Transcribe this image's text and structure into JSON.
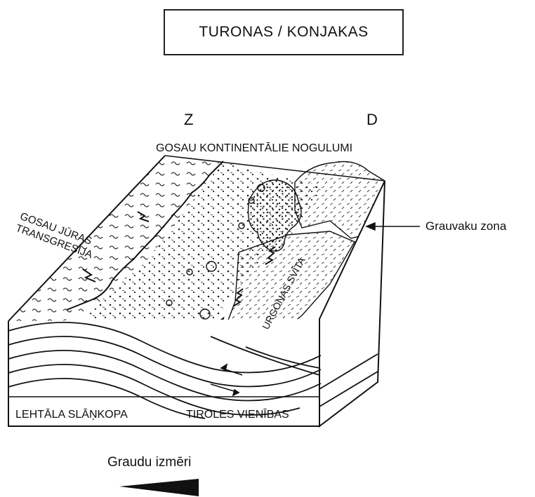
{
  "title": "TURONAS / KONJAKAS",
  "directions": {
    "west": "Z",
    "east": "D"
  },
  "labels": {
    "continental": "GOSAU KONTINENTĀLIE NOGULUMI",
    "marine_line1": "GOSAU JŪRAS",
    "marine_line2": "TRANSGRESIJA",
    "graywacke_zone": "Grauvaku zona",
    "urgonian": "URGONAS SVĪTA",
    "lechtal": "LEHTĀLA SLĀŅKOPA",
    "tyrol": "TIROLES VIENĪBAS",
    "grain_size": "Graudu izmēri"
  }
}
